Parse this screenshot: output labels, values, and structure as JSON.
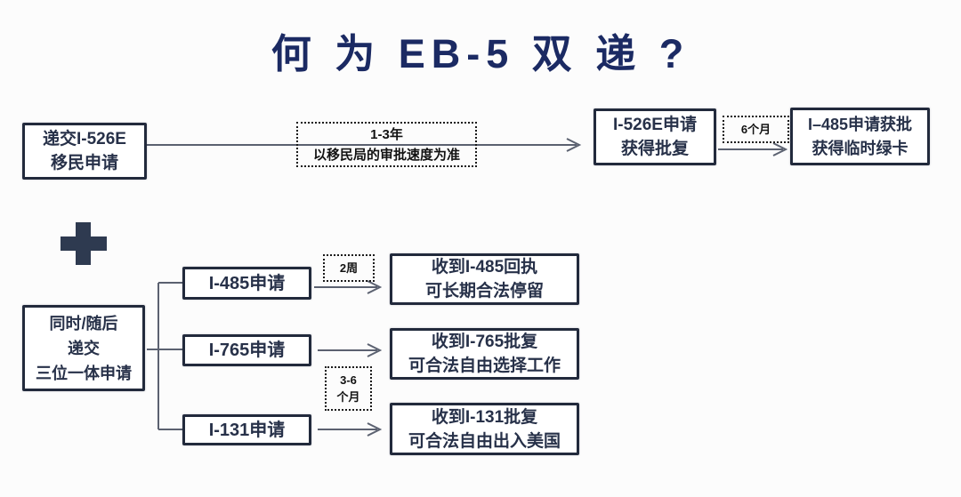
{
  "title": "何 为 EB-5 双 递 ?",
  "colors": {
    "title": "#1b2a63",
    "box_border": "#222a3c",
    "box_text": "#273149",
    "connector_line": "#5b6170",
    "plus_icon": "#2e3a50",
    "note_border": "#1a1a1a"
  },
  "icons": {
    "plus": "plus-icon",
    "arrows": "right-arrow-connectors"
  },
  "top_flow": {
    "submit_box": {
      "line1": "递交I-526E",
      "line2": "移民申请"
    },
    "wait_note": {
      "line1": "1-3年",
      "line2": "以移民局的审批速度为准"
    },
    "approval_box": {
      "line1": "I-526E申请",
      "line2": "获得批复"
    },
    "six_month_note": "6个月",
    "green_card_box": {
      "line1": "I–485申请获批",
      "line2": "获得临时绿卡"
    }
  },
  "bottom_flow": {
    "submit_box": {
      "line1": "同时/随后",
      "line2": "递交",
      "line3": "三位一体申请"
    },
    "two_week_note": "2周",
    "three_six_month_note": {
      "line1": "3-6",
      "line2": "个月"
    },
    "branches": [
      {
        "app": "I-485申请",
        "result_line1": "收到I-485回执",
        "result_line2": "可长期合法停留"
      },
      {
        "app": "I-765申请",
        "result_line1": "收到I-765批复",
        "result_line2": "可合法自由选择工作"
      },
      {
        "app": "I-131申请",
        "result_line1": "收到I-131批复",
        "result_line2": "可合法自由出入美国"
      }
    ]
  }
}
